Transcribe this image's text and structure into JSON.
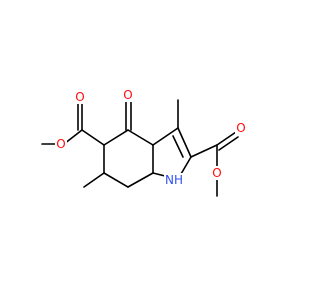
{
  "molecule": {
    "atoms": {
      "ketone_o": "O",
      "ester5_carbonyl_o": "O",
      "ester5_ether_o": "O",
      "ester2_carbonyl_o": "O",
      "ester2_ether_o": "O",
      "ring_nh": "NH"
    },
    "colors": {
      "oxygen": "#ff0d0d",
      "nitrogen": "#3050f8",
      "bond": "#000000"
    }
  }
}
